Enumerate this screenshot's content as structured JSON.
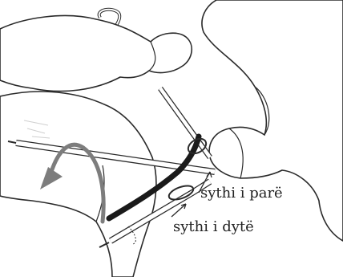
{
  "labels": {
    "first_loop": "sythi i parë",
    "second_loop": "sythi i dytë"
  },
  "colors": {
    "outline": "#2a2a2a",
    "dark_yarn": "#1a1a1a",
    "grey_arrow": "#7d7d7d",
    "skin_fill": "#ffffff"
  },
  "icons": {
    "direction_arrow": "curved-arrow-left"
  }
}
